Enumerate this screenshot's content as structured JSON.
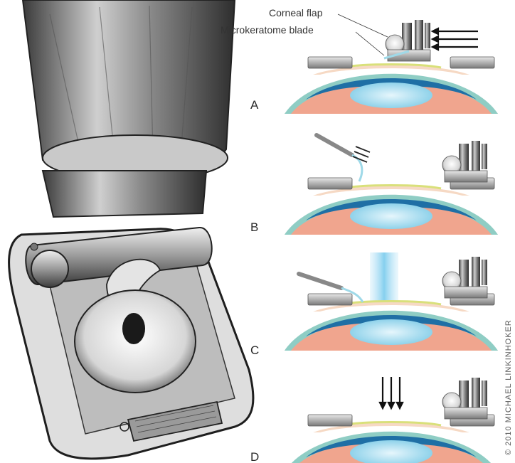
{
  "labels": {
    "corneal_flap": "Corneal flap",
    "microkeratome_blade": "Microkeratome blade"
  },
  "panels": [
    {
      "letter": "A"
    },
    {
      "letter": "B"
    },
    {
      "letter": "C"
    },
    {
      "letter": "D"
    }
  ],
  "credit": "© 2010 MICHAEL LINKINHOKER"
}
